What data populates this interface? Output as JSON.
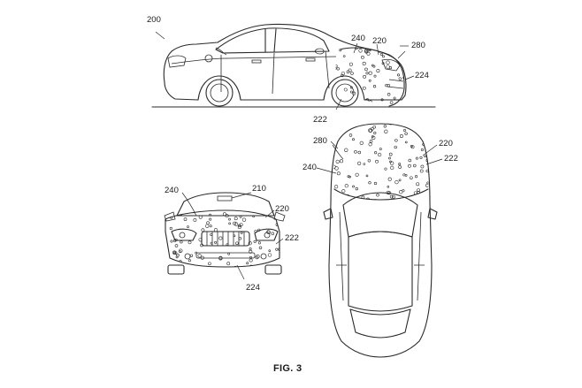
{
  "figure": {
    "caption": "FIG. 3",
    "labels": {
      "side_200": "200",
      "side_240": "240",
      "side_220": "220",
      "side_280": "280",
      "side_224": "224",
      "side_222": "222",
      "front_240": "240",
      "front_210": "210",
      "front_220": "220",
      "front_222": "222",
      "front_224": "224",
      "top_280": "280",
      "top_220": "220",
      "top_222": "222",
      "top_240": "240"
    }
  }
}
